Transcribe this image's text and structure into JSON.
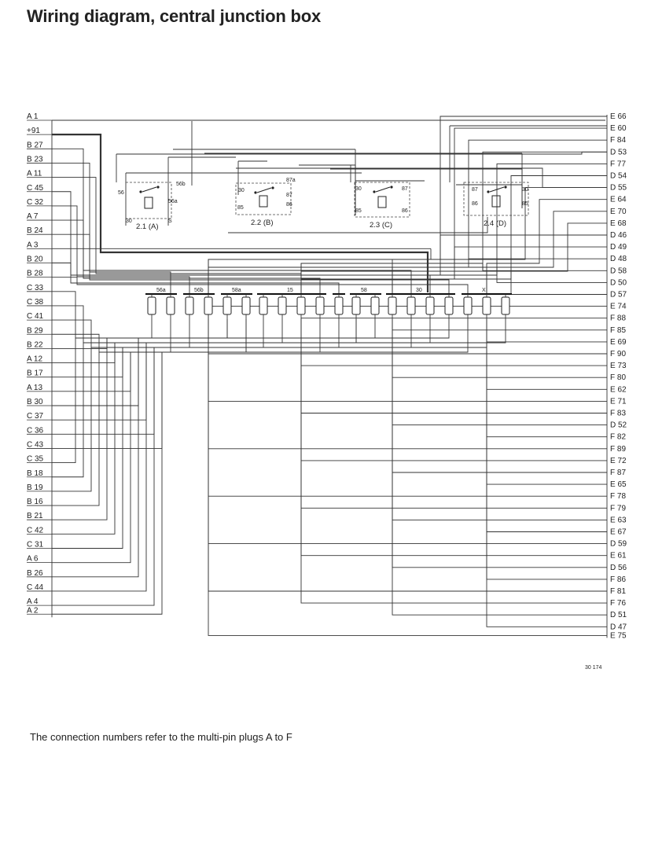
{
  "title": "Wiring diagram, central junction box",
  "caption": "The connection numbers refer to the multi-pin plugs A to F",
  "drawing_number": "30  174",
  "left_terminals": [
    "A 1",
    "+91",
    "B 27",
    "B 23",
    "A 11",
    "C 45",
    "C 32",
    "A 7",
    "B 24",
    "A 3",
    "B 20",
    "B 28",
    "C 33",
    "C 38",
    "C 41",
    "B 29",
    "B 22",
    "A 12",
    "B 17",
    "A 13",
    "B 30",
    "C 37",
    "C 36",
    "C 43",
    "C 35",
    "B 18",
    "B 19",
    "B 16",
    "B 21",
    "C 42",
    "C 31",
    "A 6",
    "B 26",
    "C 44",
    "A 4",
    "A 2"
  ],
  "right_terminals": [
    "E 66",
    "E 60",
    "F 84",
    "D 53",
    "F 77",
    "D 54",
    "D 55",
    "E 64",
    "E 70",
    "E 68",
    "D 46",
    "D 49",
    "D 48",
    "D 58",
    "D 50",
    "D 57",
    "E 74",
    "F 88",
    "F 85",
    "E 69",
    "F 90",
    "E 73",
    "F 80",
    "E 62",
    "E 71",
    "F 83",
    "D 52",
    "F 82",
    "F 89",
    "E 72",
    "F 87",
    "E 65",
    "F 78",
    "F 79",
    "E 63",
    "E 67",
    "D 59",
    "E 61",
    "D 56",
    "F 86",
    "F 81",
    "F 76",
    "D 51",
    "D 47",
    "E 75"
  ],
  "relays": [
    {
      "label": "2.1 (A)",
      "pins": [
        "56",
        "56b",
        "56a",
        "30",
        "S"
      ]
    },
    {
      "label": "2.2 (B)",
      "pins": [
        "30",
        "87a",
        "87",
        "85",
        "86"
      ]
    },
    {
      "label": "2.3 (C)",
      "pins": [
        "30",
        "87",
        "85",
        "86"
      ]
    },
    {
      "label": "2.4 (D)",
      "pins": [
        "87",
        "30",
        "86",
        "85"
      ]
    }
  ],
  "fuse_groups": [
    "56a",
    "56b",
    "58a",
    "15",
    "58",
    "30",
    "X"
  ]
}
